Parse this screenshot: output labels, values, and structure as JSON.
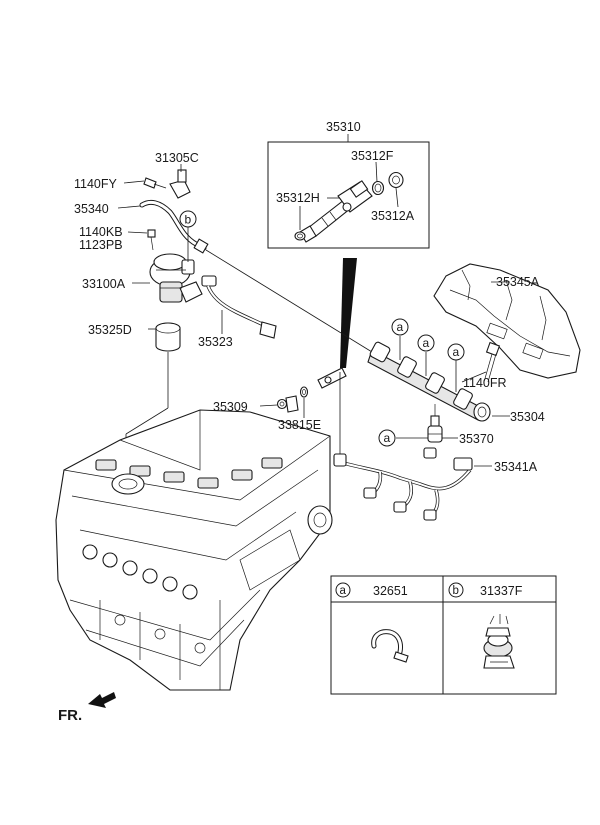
{
  "labels": {
    "p35310": "35310",
    "p35312F": "35312F",
    "p35312H": "35312H",
    "p35312A": "35312A",
    "p31305C": "31305C",
    "p1140FY": "1140FY",
    "p35340": "35340",
    "p1140KB": "1140KB",
    "p1123PB": "1123PB",
    "p33100A": "33100A",
    "p35323": "35323",
    "p35325D": "35325D",
    "p35345A": "35345A",
    "p1140FR": "1140FR",
    "p35304": "35304",
    "p35309": "35309",
    "p33815E": "33815E",
    "p35370": "35370",
    "p35341A": "35341A"
  },
  "callouts": {
    "a": "a",
    "b": "b"
  },
  "legend": {
    "a_letter": "a",
    "a_part": "32651",
    "b_letter": "b",
    "b_part": "31337F"
  },
  "front_marker": "FR."
}
